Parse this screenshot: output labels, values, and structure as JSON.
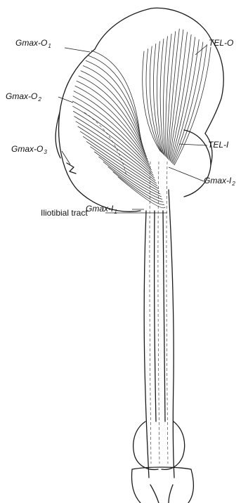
{
  "labels": {
    "gmax_o1": {
      "main": "Gmax-O",
      "sub": "1"
    },
    "gmax_o2": {
      "main": "Gmax-O",
      "sub": "2"
    },
    "gmax_o3": {
      "main": "Gmax-O",
      "sub": "3"
    },
    "gmax_i1": {
      "main": "Gmax-I",
      "sub": "1"
    },
    "gmax_i2": {
      "main": "Gmax-I",
      "sub": "2"
    },
    "tel_o": "TEL-O",
    "tel_i": "TEL-I",
    "iliotibial": "Iliotibial tract"
  },
  "colors": {
    "ink": "#1a1a1a",
    "background": "#ffffff"
  }
}
